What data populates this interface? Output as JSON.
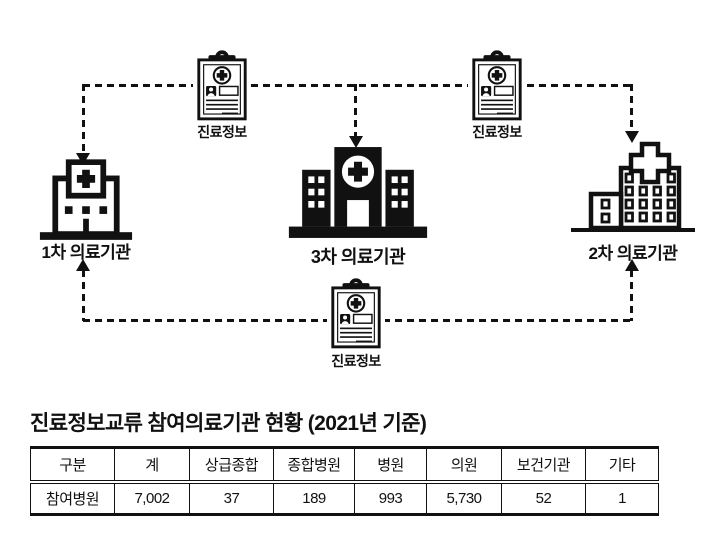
{
  "figure": {
    "nodes": [
      {
        "id": "primary",
        "label": "1차 의료기관"
      },
      {
        "id": "tertiary",
        "label": "3차 의료기관"
      },
      {
        "id": "secondary",
        "label": "2차 의료기관"
      }
    ],
    "documents": [
      {
        "id": "doc-top-left",
        "label": "진료정보"
      },
      {
        "id": "doc-top-right",
        "label": "진료정보"
      },
      {
        "id": "doc-bottom",
        "label": "진료정보"
      }
    ]
  },
  "caption": {
    "title": "진료정보교류 참여의료기관 현황 (2021년 기준)"
  },
  "table": {
    "headers": [
      "구분",
      "계",
      "상급종합",
      "종합병원",
      "병원",
      "의원",
      "보건기관",
      "기타"
    ],
    "rows": [
      [
        "참여병원",
        "7,002",
        "37",
        "189",
        "993",
        "5,730",
        "52",
        "1"
      ]
    ]
  },
  "colors": {
    "ink": "#111111",
    "background": "#ffffff"
  }
}
